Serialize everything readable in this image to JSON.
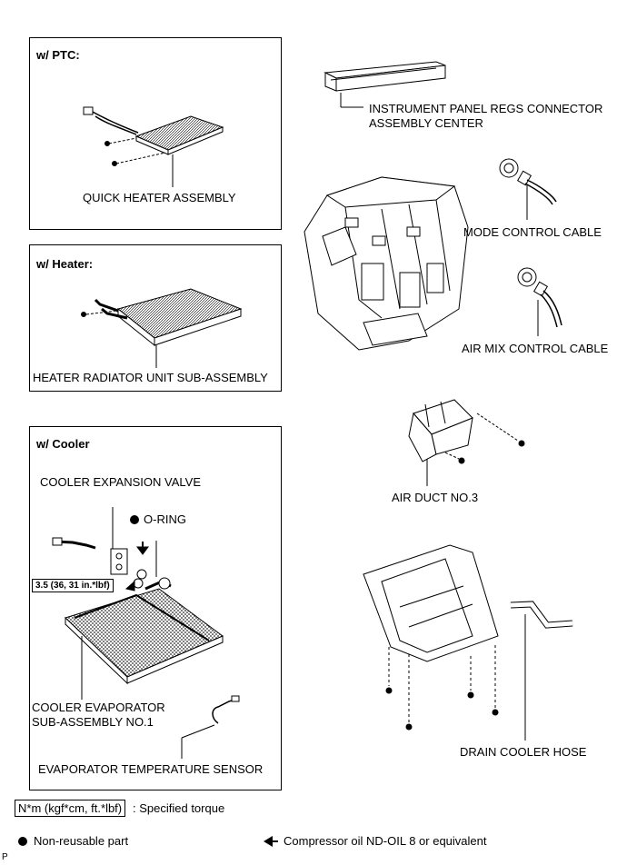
{
  "boxes": {
    "ptc_header": "w/ PTC:",
    "heater_header": "w/ Heater:",
    "cooler_header": "w/ Cooler"
  },
  "labels": {
    "quick_heater": "QUICK HEATER ASSEMBLY",
    "heater_radiator": "HEATER RADIATOR UNIT SUB-ASSEMBLY",
    "expansion_valve": "COOLER EXPANSION VALVE",
    "o_ring": "O-RING",
    "evaporator_line1": "COOLER EVAPORATOR",
    "evaporator_line2": "SUB-ASSEMBLY NO.1",
    "evap_sensor": "EVAPORATOR TEMPERATURE SENSOR",
    "ip_regs_line1": "INSTRUMENT PANEL REGS CONNECTOR",
    "ip_regs_line2": "ASSEMBLY CENTER",
    "mode_cable": "MODE CONTROL CABLE",
    "air_mix_cable": "AIR MIX CONTROL CABLE",
    "air_duct": "AIR DUCT NO.3",
    "drain_hose": "DRAIN COOLER HOSE"
  },
  "torque": "3.5 (36, 31 in.*lbf)",
  "legend": {
    "torque_format": "N*m (kgf*cm, ft.*lbf)",
    "torque_desc": ": Specified torque",
    "nonreusable": "Non-reusable part",
    "compressor_oil": "Compressor oil ND-OIL 8 or equivalent"
  },
  "footer_mark": "P"
}
